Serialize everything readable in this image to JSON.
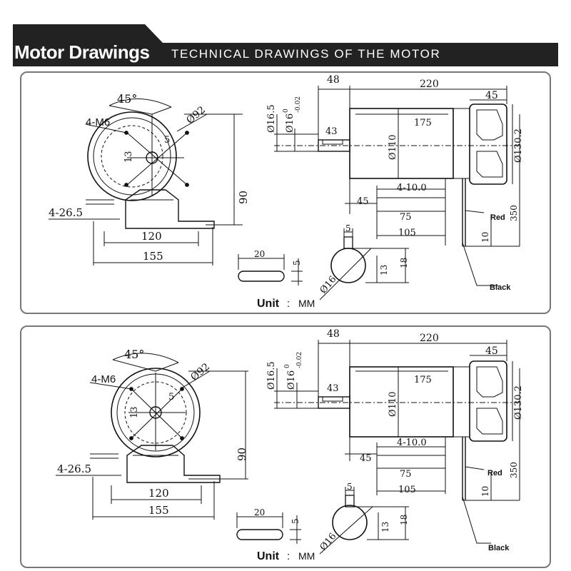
{
  "header": {
    "title": "Motor Drawings",
    "subtitle": "TECHNICAL DRAWINGS OF THE MOTOR",
    "bar_color": "#222222"
  },
  "panels": [
    {
      "front": {
        "angle": "45°",
        "holes": "4-M6",
        "pcd": "Ø92",
        "key": "5",
        "shaft_offset": "13",
        "height": "90",
        "foot_holes": "4-26.5",
        "foot_inner": "120",
        "foot_outer": "155"
      },
      "side": {
        "shaft_len": "48",
        "total_len": "220",
        "cap_len": "45",
        "body_len": "175",
        "shaft_dia": "Ø16.5",
        "shaft_tol": "Ø16",
        "tol_top": "0",
        "tol_bot": "-0.02",
        "key_len": "43",
        "body_dia": "Ø110",
        "cap_dia": "Ø130.2",
        "foot_slot": "4-10.0",
        "foot_off": "45",
        "foot_w1": "75",
        "foot_w2": "105",
        "wire_red": "Red",
        "wire_black": "Black",
        "wire_len": "350",
        "wire_strip": "10"
      },
      "key_detail": {
        "len": "20",
        "width": "5"
      },
      "shaft_section": {
        "key_w": "5",
        "dia": "Ø16",
        "height1": "13",
        "height2": "18"
      },
      "unit": {
        "label": "Unit",
        "sep": ":",
        "value": "MM"
      }
    },
    {
      "front": {
        "angle": "45°",
        "holes": "4-M6",
        "pcd": "Ø92",
        "key": "5",
        "shaft_offset": "13",
        "height": "90",
        "foot_holes": "4-26.5",
        "foot_inner": "120",
        "foot_outer": "155"
      },
      "side": {
        "shaft_len": "48",
        "total_len": "220",
        "cap_len": "45",
        "body_len": "175",
        "shaft_dia": "Ø16.5",
        "shaft_tol": "Ø16",
        "tol_top": "0",
        "tol_bot": "-0.02",
        "key_len": "43",
        "body_dia": "Ø110",
        "cap_dia": "Ø130.2",
        "foot_slot": "4-10.0",
        "foot_off": "45",
        "foot_w1": "75",
        "foot_w2": "105",
        "wire_red": "Red",
        "wire_black": "Black",
        "wire_len": "350",
        "wire_strip": "10"
      },
      "key_detail": {
        "len": "20",
        "width": "5"
      },
      "shaft_section": {
        "key_w": "5",
        "dia": "Ø16",
        "height1": "13",
        "height2": "18"
      },
      "unit": {
        "label": "Unit",
        "sep": ":",
        "value": "MM"
      }
    }
  ]
}
